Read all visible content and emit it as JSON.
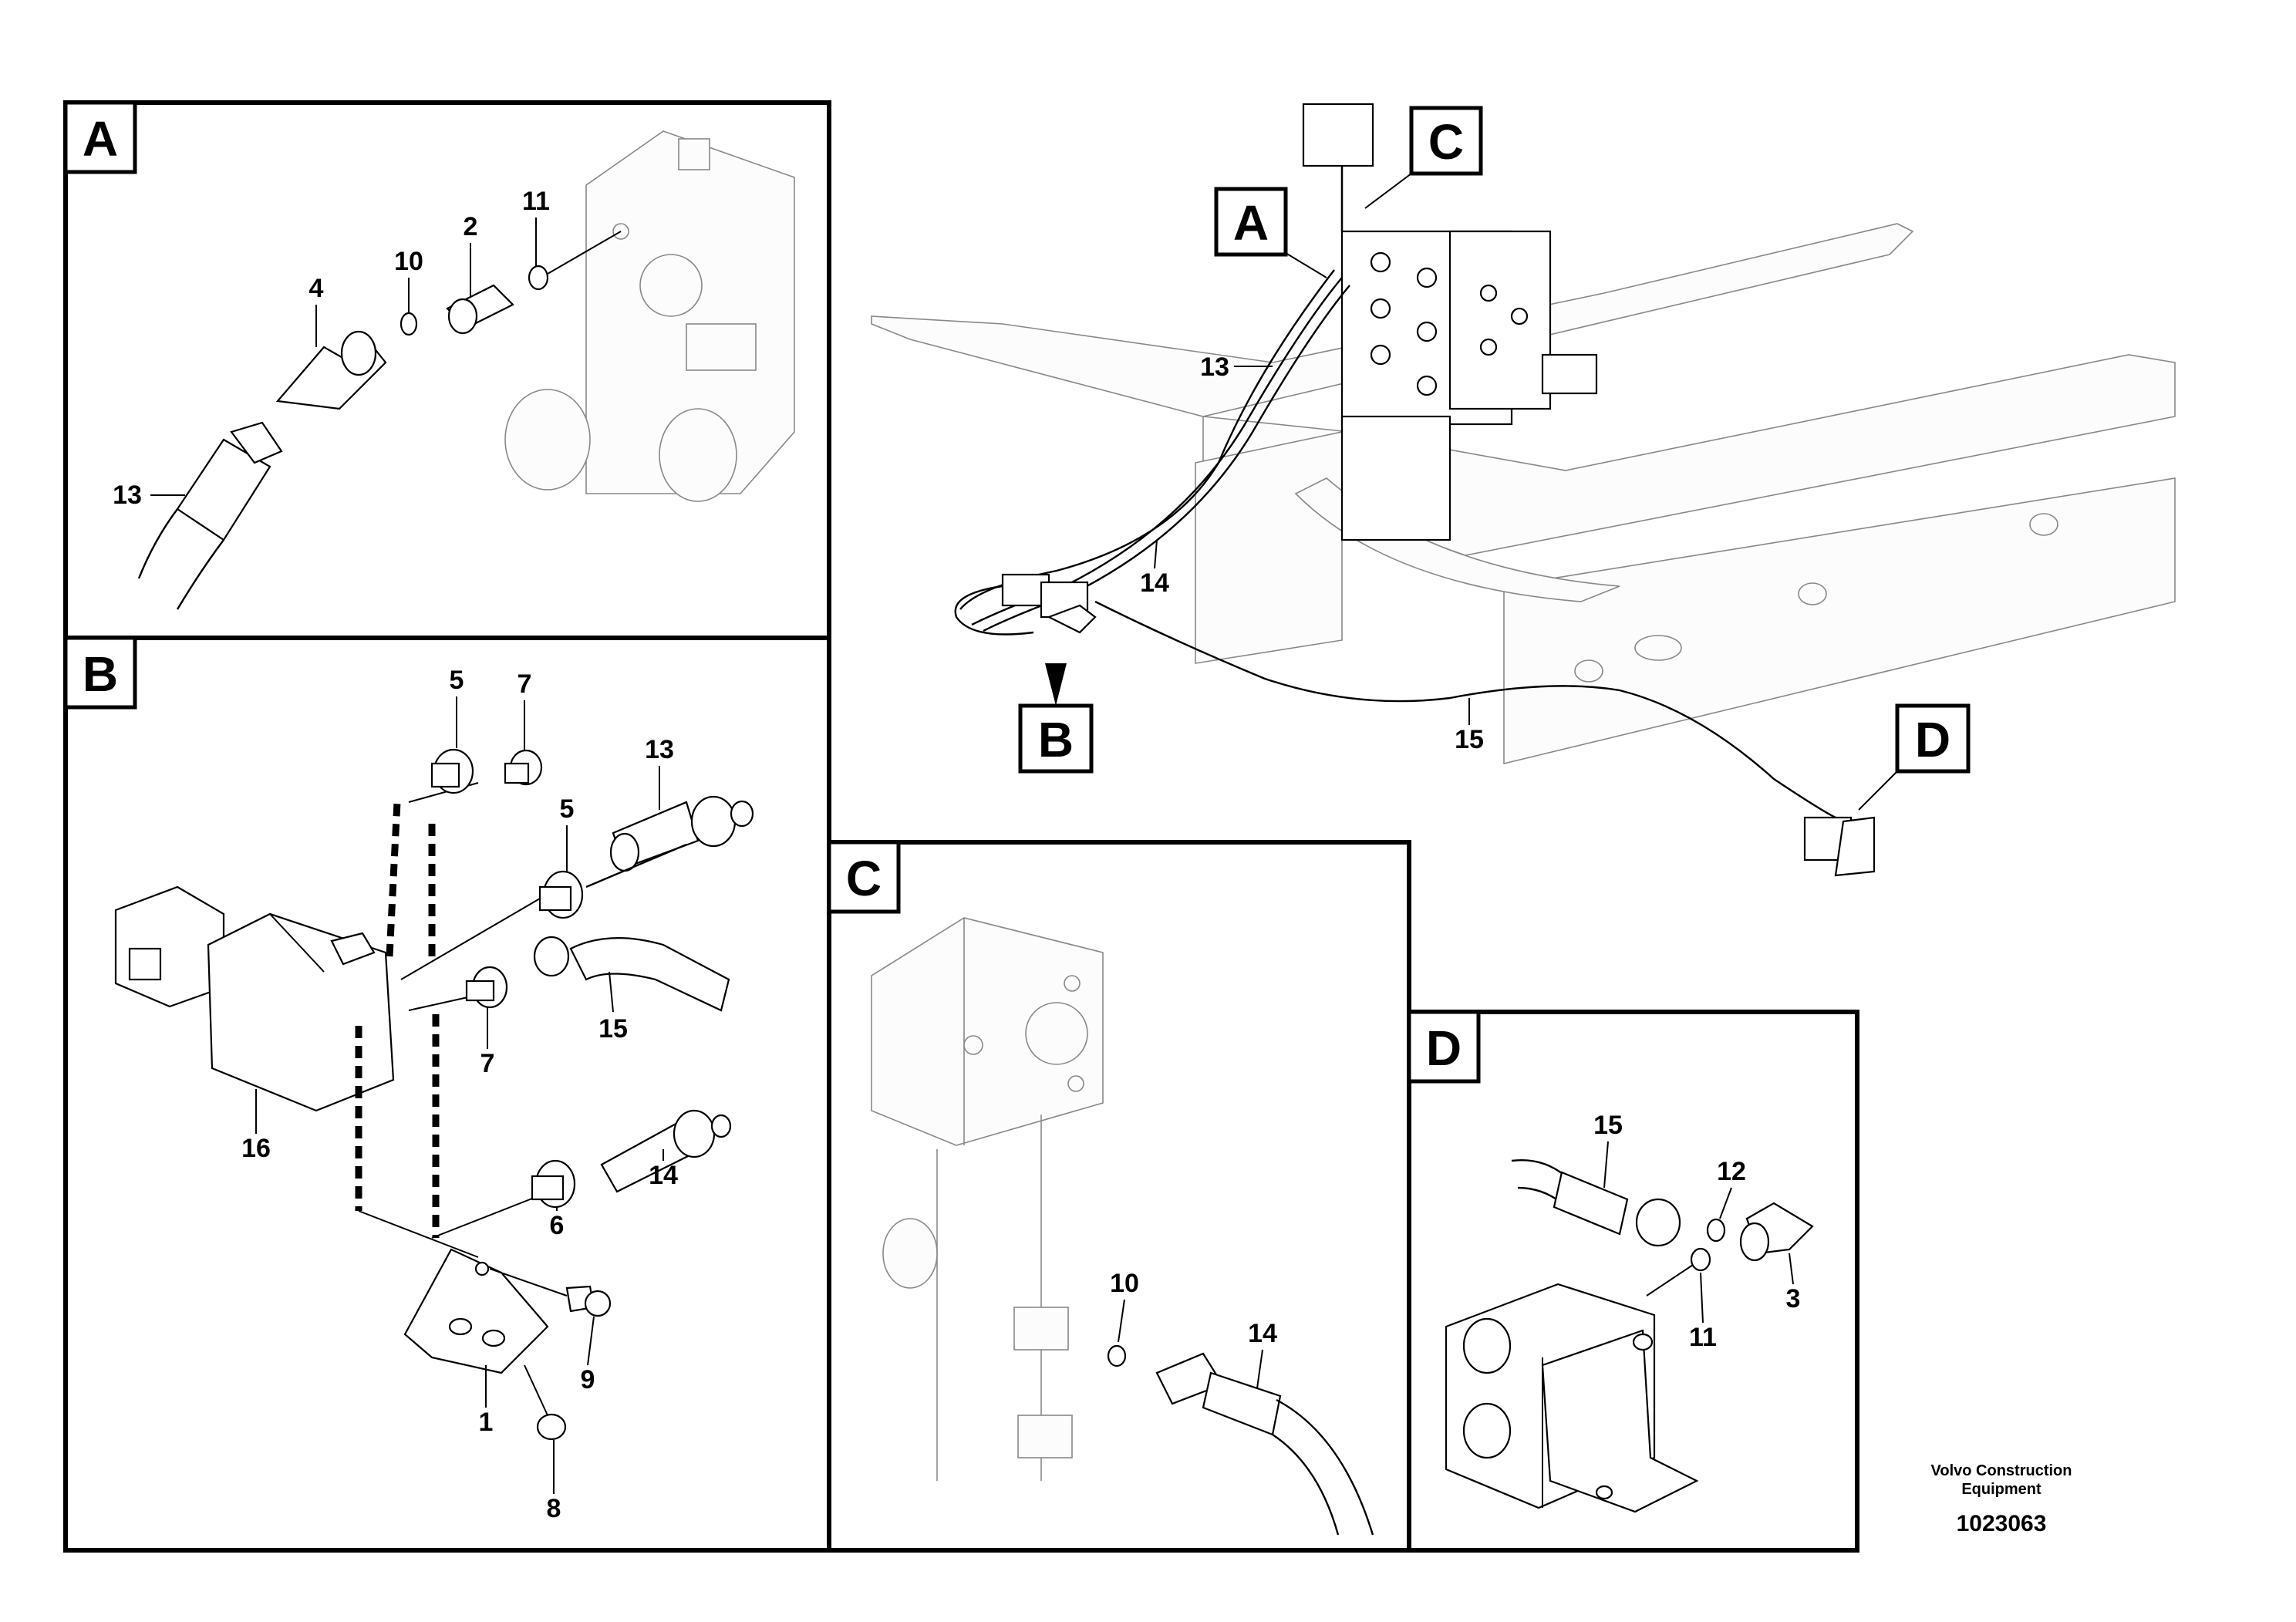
{
  "views": [
    {
      "id": "A",
      "label": "A"
    },
    {
      "id": "B",
      "label": "B"
    },
    {
      "id": "C",
      "label": "C"
    },
    {
      "id": "D",
      "label": "D"
    }
  ],
  "main_callouts": {
    "A": "A",
    "B": "B",
    "C": "C",
    "D": "D",
    "p13": "13",
    "p14": "14",
    "p15": "15"
  },
  "view_a_parts": {
    "p2": "2",
    "p4": "4",
    "p10": "10",
    "p11": "11",
    "p13": "13"
  },
  "view_b_parts": {
    "p5a": "5",
    "p7a": "7",
    "p13": "13",
    "p5b": "5",
    "p15": "15",
    "p7b": "7",
    "p16": "16",
    "p14": "14",
    "p6": "6",
    "p9": "9",
    "p1": "1",
    "p8": "8"
  },
  "view_c_parts": {
    "p10": "10",
    "p14": "14"
  },
  "view_d_parts": {
    "p15": "15",
    "p12": "12",
    "p3": "3",
    "p11": "11"
  },
  "publisher": {
    "line1": "Volvo Construction",
    "line2": "Equipment"
  },
  "drawing_number": "1023063"
}
